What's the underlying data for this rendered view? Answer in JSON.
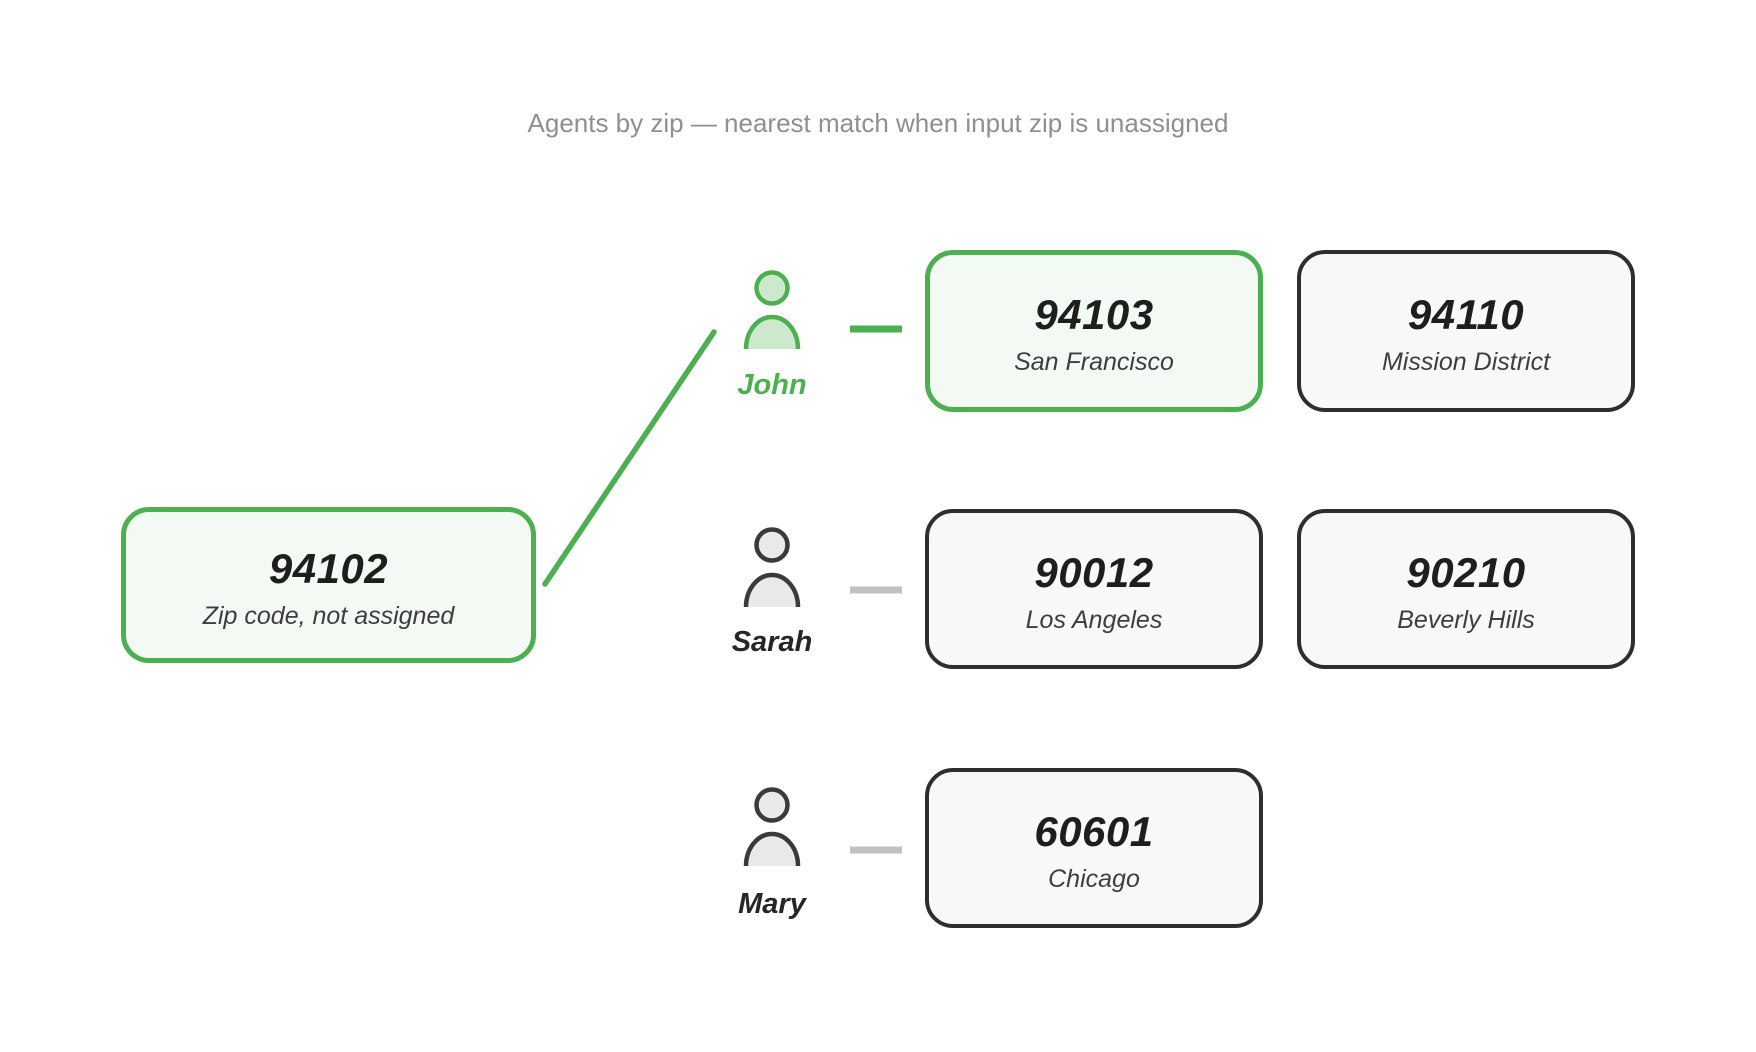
{
  "title": "Agents by zip — nearest match when input zip is unassigned",
  "colors": {
    "accent_green": "#4CAF50",
    "green_node_bg": "#f3faf3",
    "avatar_green_fill": "#cce8cd",
    "dark_border": "#2e2e2e",
    "plain_node_bg": "#f8f8f8",
    "avatar_gray_fill": "#e9e9e9",
    "avatar_gray_stroke": "#3a3a3a",
    "link_gray": "#c2c2c2",
    "title_gray": "#8f8f8f",
    "text_dark": "#1e1e1e"
  },
  "input_node": {
    "zip": "94102",
    "label": "Zip code, not assigned",
    "highlighted": true
  },
  "agents": [
    {
      "name": "John",
      "highlighted": true,
      "zips": [
        {
          "code": "94103",
          "city": "San Francisco",
          "highlighted": true
        },
        {
          "code": "94110",
          "city": "Mission District",
          "highlighted": false
        }
      ]
    },
    {
      "name": "Sarah",
      "highlighted": false,
      "zips": [
        {
          "code": "90012",
          "city": "Los Angeles",
          "highlighted": false
        },
        {
          "code": "90210",
          "city": "Beverly Hills",
          "highlighted": false
        }
      ]
    },
    {
      "name": "Mary",
      "highlighted": false,
      "zips": [
        {
          "code": "60601",
          "city": "Chicago",
          "highlighted": false
        }
      ]
    }
  ]
}
